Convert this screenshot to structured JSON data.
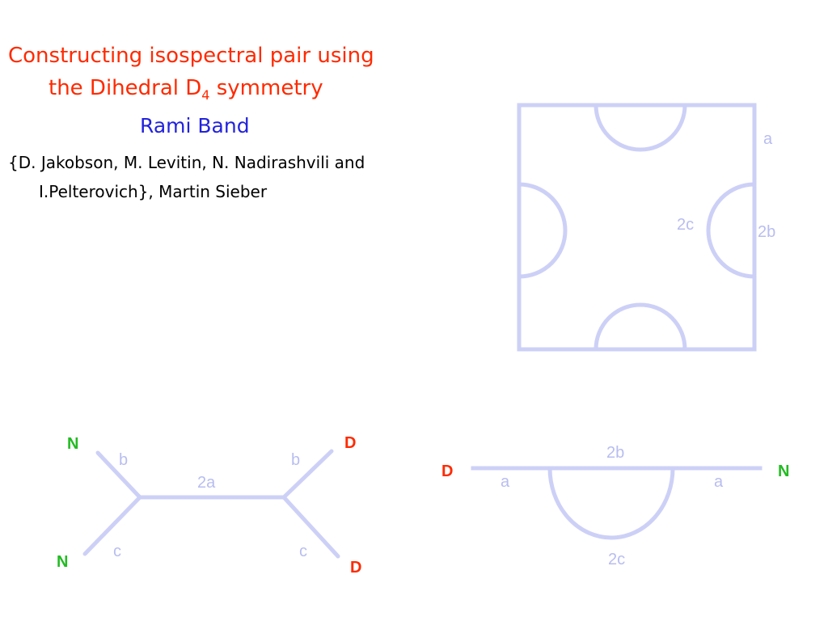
{
  "slide": {
    "title_line1": "Constructing isospectral pair using",
    "title_line2_prefix": "the Dihedral D",
    "title_line2_sub": "4",
    "title_line2_suffix": " symmetry",
    "author": "Rami Band",
    "refs_line1": "{D. Jakobson, M. Levitin, N. Nadirashvili and",
    "refs_line2": "I.Pelterovich},  Martin Sieber"
  },
  "square_graph": {
    "edge_labels": {
      "side": "a",
      "semicircle": "2c",
      "gap": "2b"
    }
  },
  "tree_graph": {
    "vertex_labels": {
      "top_left": "N",
      "bottom_left": "N",
      "top_right": "D",
      "bottom_right": "D"
    },
    "edge_labels": {
      "upper_left": "b",
      "upper_right": "b",
      "middle": "2a",
      "lower_left": "c",
      "lower_right": "c"
    }
  },
  "line_graph": {
    "vertex_labels": {
      "left": "D",
      "right": "N"
    },
    "edge_labels": {
      "top": "2b",
      "left_segment": "a",
      "right_segment": "a",
      "arc": "2c"
    }
  },
  "colors": {
    "title": "#ff2a00",
    "author": "#2222dd",
    "edge": "#cdd0f6",
    "edge_label": "#b8bdf0",
    "neumann": "#22bb22",
    "dirichlet": "#ff2a00"
  }
}
